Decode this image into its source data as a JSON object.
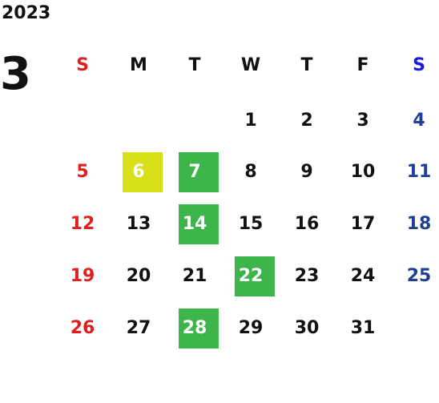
{
  "year": "2023",
  "month": "3",
  "weekdays": [
    "S",
    "M",
    "T",
    "W",
    "T",
    "F",
    "S"
  ],
  "weeks": [
    [
      "",
      "",
      "",
      "1",
      "2",
      "3",
      "4"
    ],
    [
      "5",
      "6",
      "7",
      "8",
      "9",
      "10",
      "11"
    ],
    [
      "12",
      "13",
      "14",
      "15",
      "16",
      "17",
      "18"
    ],
    [
      "19",
      "20",
      "21",
      "22",
      "23",
      "24",
      "25"
    ],
    [
      "26",
      "27",
      "28",
      "29",
      "30",
      "31",
      ""
    ]
  ],
  "highlights": {
    "6": "#d8e01a",
    "7": "#3db54a",
    "14": "#3db54a",
    "22": "#3db54a",
    "28": "#3db54a"
  },
  "colors": {
    "sunday": "#e02020",
    "saturday": "#1e3f94",
    "saturday_header": "#1a1adf",
    "text": "#111111"
  }
}
